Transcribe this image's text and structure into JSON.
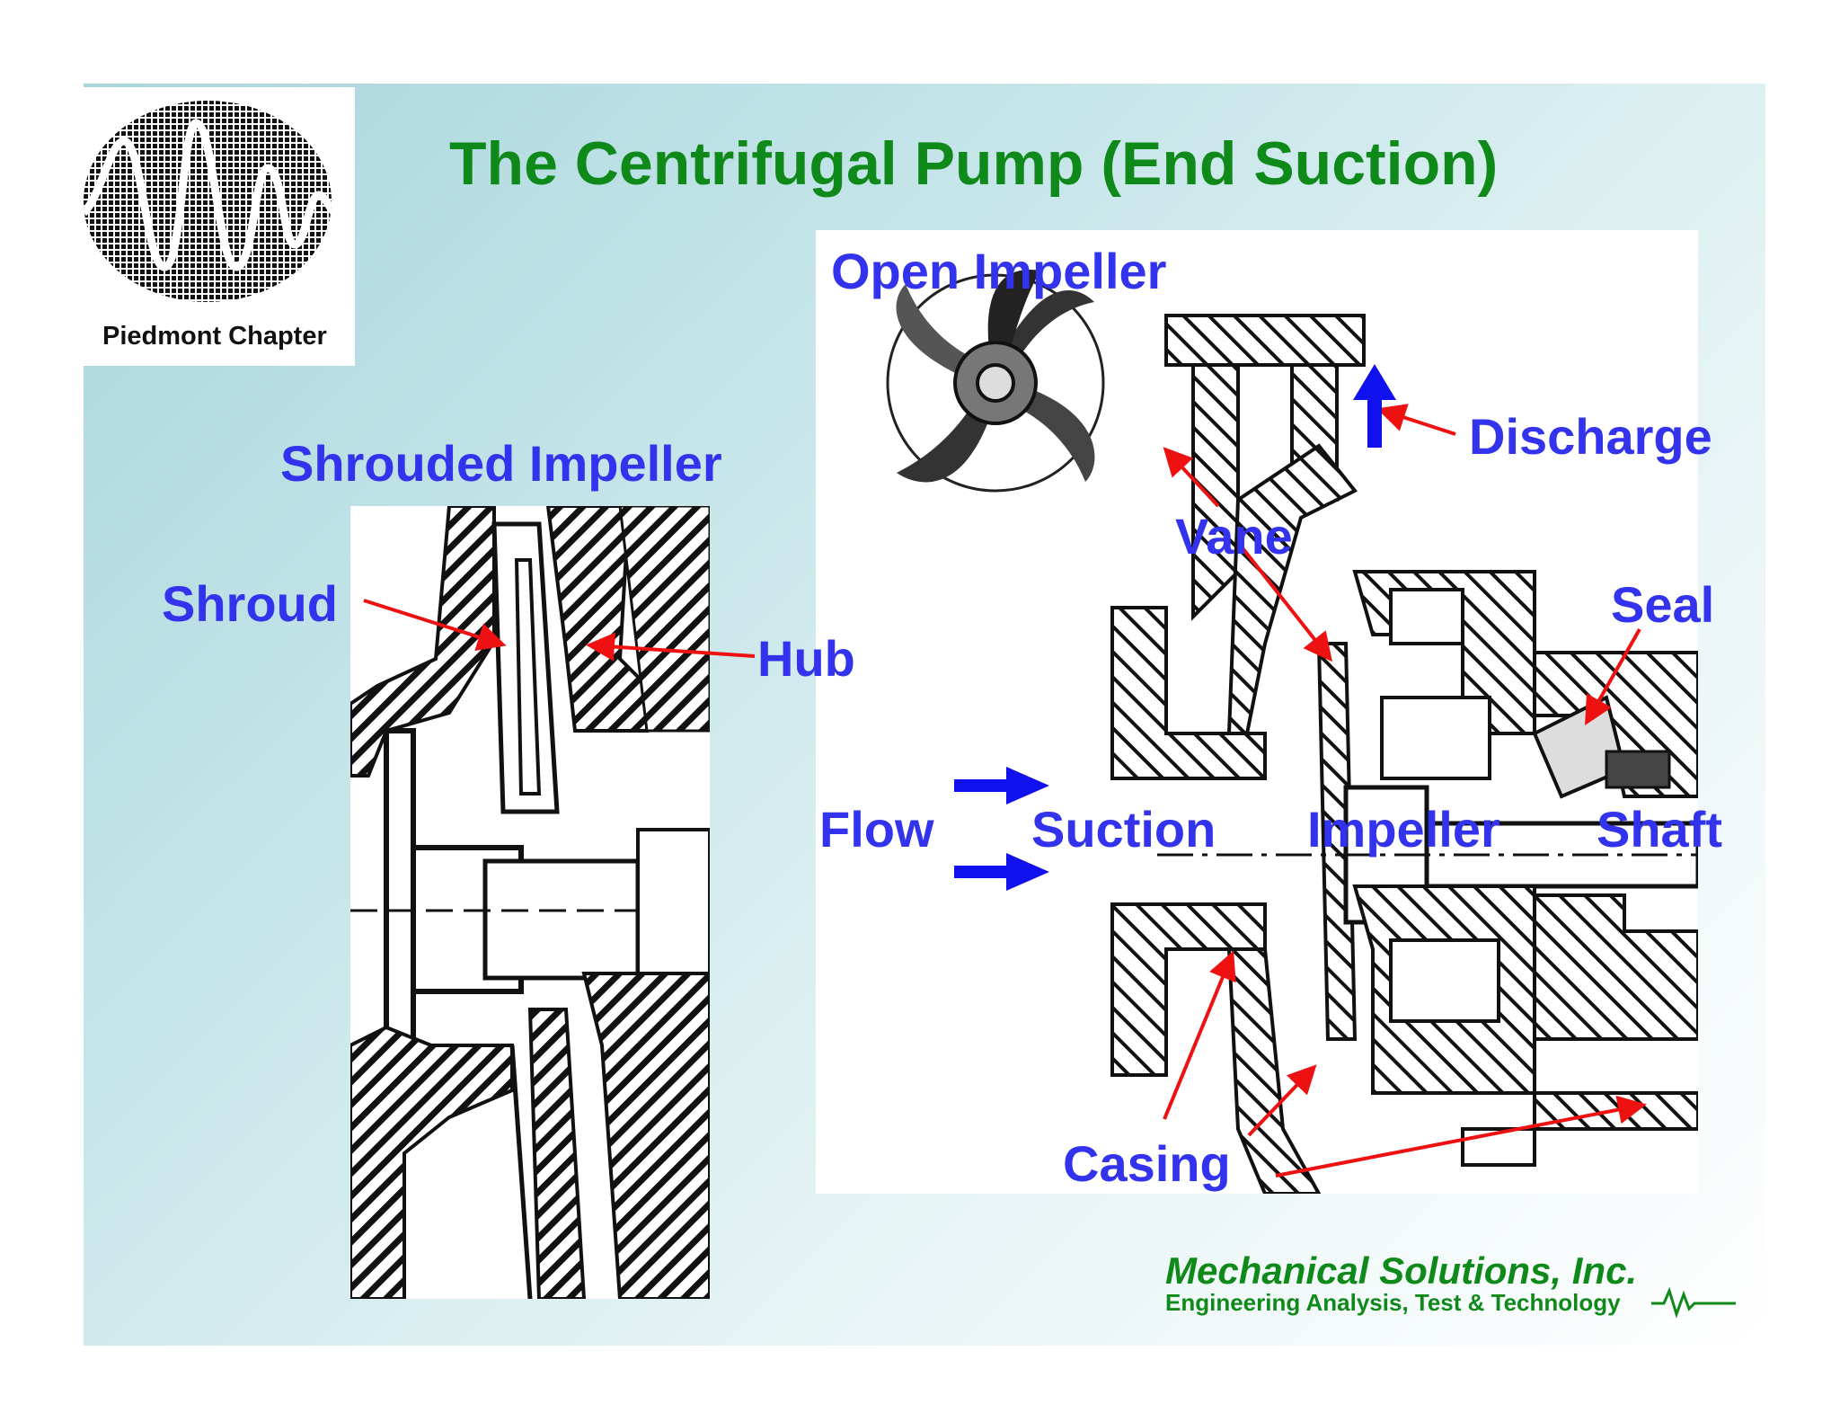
{
  "title": "The Centrifugal Pump (End Suction)",
  "logo": {
    "caption": "Piedmont Chapter",
    "icon": "waveform-globe-icon"
  },
  "labels": {
    "open_impeller": "Open Impeller",
    "shrouded_impeller": "Shrouded Impeller",
    "shroud": "Shroud",
    "hub": "Hub",
    "vane": "Vane",
    "discharge": "Discharge",
    "seal": "Seal",
    "flow": "Flow",
    "suction": "Suction",
    "impeller": "Impeller",
    "shaft": "Shaft",
    "casing": "Casing"
  },
  "footer": {
    "company": "Mechanical Solutions, Inc.",
    "tagline": "Engineering Analysis, Test & Technology"
  },
  "colors": {
    "title": "#0f8a1a",
    "label": "#3333ee",
    "arrow": "#ee1111",
    "flow_arrow": "#1111ee"
  }
}
